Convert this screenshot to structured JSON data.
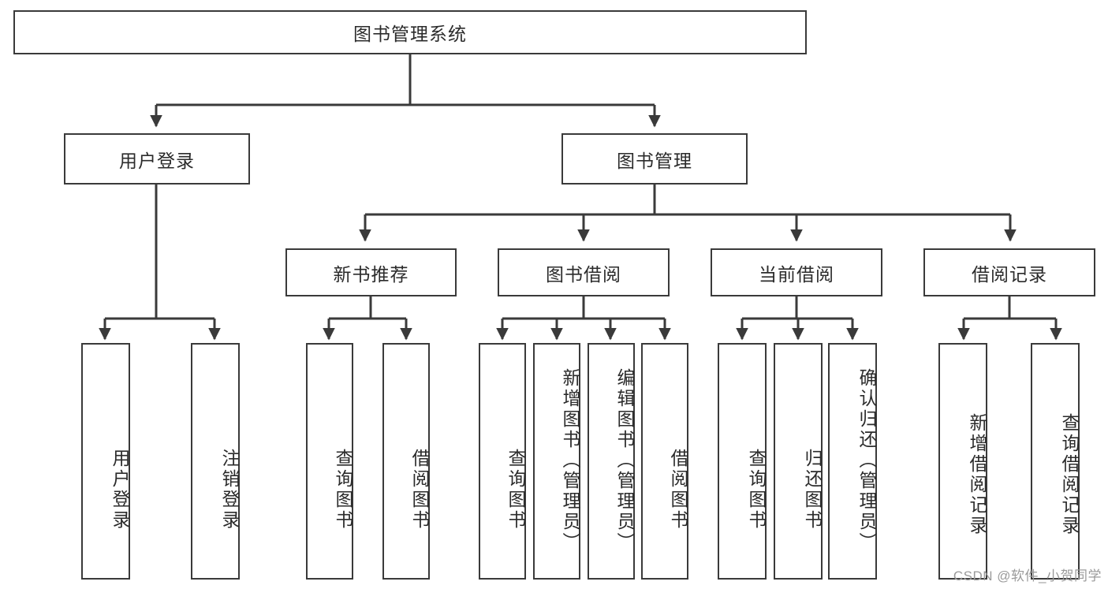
{
  "diagram": {
    "type": "tree-hierarchy-chart",
    "title_node": "图书管理系统",
    "stroke_color": "#3a3a3a",
    "fill_color": "#ffffff",
    "text_color": "#2b2b2b",
    "nodes": {
      "root": {
        "label": "图书管理系统"
      },
      "level2": [
        {
          "id": "user-login",
          "label": "用户登录"
        },
        {
          "id": "book-management",
          "label": "图书管理"
        }
      ],
      "level3": [
        {
          "id": "new-book-recommend",
          "label": "新书推荐"
        },
        {
          "id": "book-borrow",
          "label": "图书借阅"
        },
        {
          "id": "current-borrow",
          "label": "当前借阅"
        },
        {
          "id": "borrow-record",
          "label": "借阅记录"
        }
      ],
      "leaves": {
        "user_login": [
          {
            "id": "leaf-user-login",
            "label": "用户登录"
          },
          {
            "id": "leaf-logout-login",
            "label": "注销登录"
          }
        ],
        "new_book_recommend": [
          {
            "id": "leaf-query-book-1",
            "label": "查询图书"
          },
          {
            "id": "leaf-borrow-book-1",
            "label": "借阅图书"
          }
        ],
        "book_borrow": [
          {
            "id": "leaf-query-book-2",
            "label": "查询图书"
          },
          {
            "id": "leaf-add-book",
            "label": "新增图书（管理员）"
          },
          {
            "id": "leaf-edit-book",
            "label": "编辑图书（管理员）"
          },
          {
            "id": "leaf-borrow-book-2",
            "label": "借阅图书"
          }
        ],
        "current_borrow": [
          {
            "id": "leaf-query-book-3",
            "label": "查询图书"
          },
          {
            "id": "leaf-return-book",
            "label": "归还图书"
          },
          {
            "id": "leaf-confirm-return",
            "label": "确认归还（管理员）"
          }
        ],
        "borrow_record": [
          {
            "id": "leaf-add-borrow-record",
            "label": "新增借阅记录"
          },
          {
            "id": "leaf-query-borrow-record",
            "label": "查询借阅记录"
          }
        ]
      }
    },
    "watermark": "CSDN @软件_小贺同学"
  }
}
